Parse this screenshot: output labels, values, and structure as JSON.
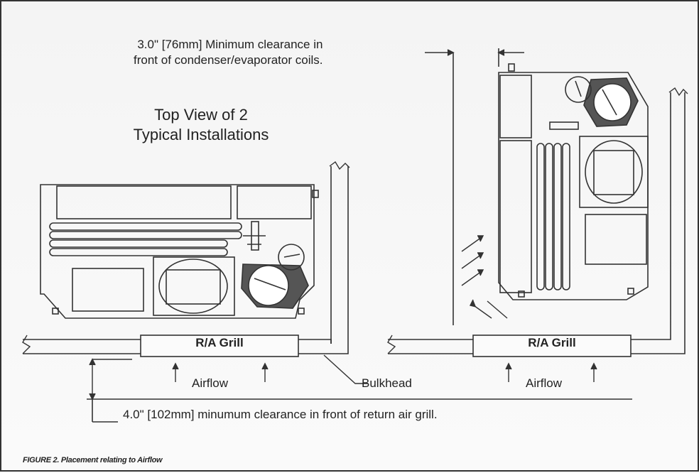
{
  "clearance_top": {
    "line1": "3.0\" [76mm] Minimum clearance in",
    "line2": "front of condenser/evaporator coils."
  },
  "title": {
    "line1": "Top View of 2",
    "line2": "Typical Installations"
  },
  "left_unit": {
    "grill": "R/A Grill",
    "airflow": "Airflow"
  },
  "right_unit": {
    "grill": "R/A Grill",
    "airflow": "Airflow"
  },
  "bulkhead": "Bulkhead",
  "clearance_bottom": "4.0\" [102mm] minumum clearance in front of return air grill.",
  "caption": "FIGURE 2.  Placement relating to Airflow",
  "colors": {
    "line": "#333333",
    "text": "#222222"
  }
}
